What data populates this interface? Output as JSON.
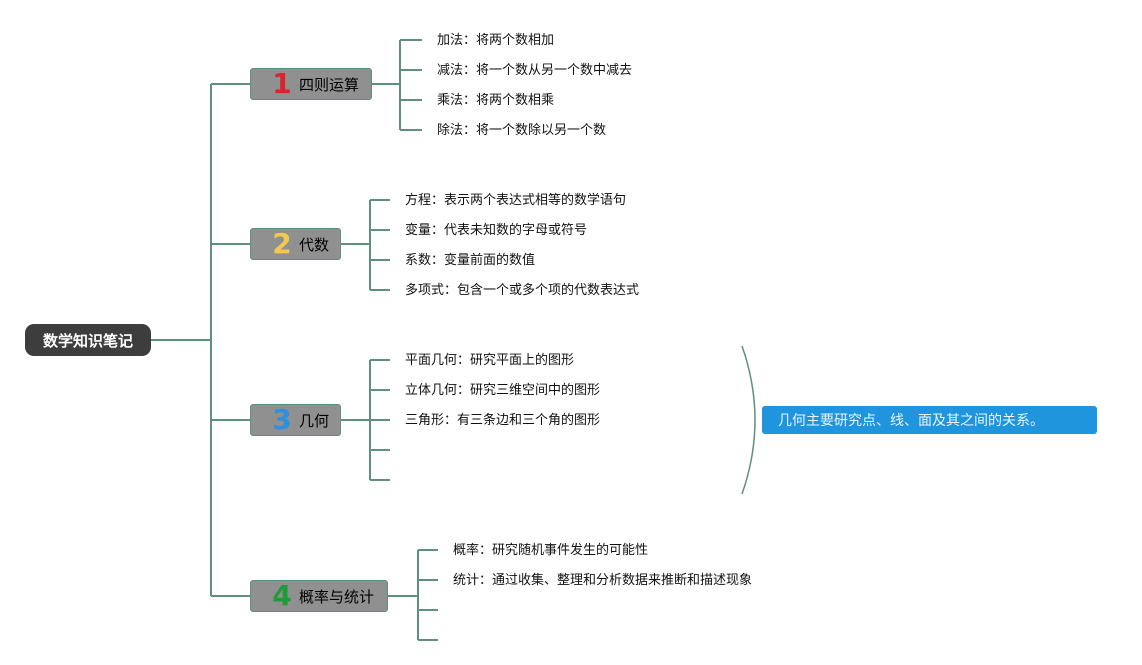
{
  "root": {
    "label": "数学知识笔记"
  },
  "branches": [
    {
      "number": "1",
      "label": "四则运算",
      "number_color": "#d9232f",
      "leaves": [
        "加法：将两个数相加",
        "减法：将一个数从另一个数中减去",
        "乘法：将两个数相乘",
        "除法：将一个数除以另一个数"
      ]
    },
    {
      "number": "2",
      "label": "代数",
      "number_color": "#f2c94c",
      "leaves": [
        "方程：表示两个表达式相等的数学语句",
        "变量：代表未知数的字母或符号",
        "系数：变量前面的数值",
        "多项式：包含一个或多个项的代数表达式"
      ]
    },
    {
      "number": "3",
      "label": "几何",
      "number_color": "#2d8fde",
      "leaves": [
        "平面几何：研究平面上的图形",
        "立体几何：研究三维空间中的图形",
        "三角形：有三条边和三个角的图形",
        "",
        ""
      ]
    },
    {
      "number": "4",
      "label": "概率与统计",
      "number_color": "#1f9b3a",
      "leaves": [
        "概率：研究随机事件发生的可能性",
        "统计：通过收集、整理和分析数据来推断和描述现象",
        "",
        ""
      ]
    }
  ],
  "summary": {
    "text": "几何主要研究点、线、面及其之间的关系。"
  },
  "colors": {
    "connector": "#5f8f7d",
    "summary_bg": "#1e95dc",
    "root_bg": "#3d3d3d",
    "branch_bg": "#8f908f"
  }
}
